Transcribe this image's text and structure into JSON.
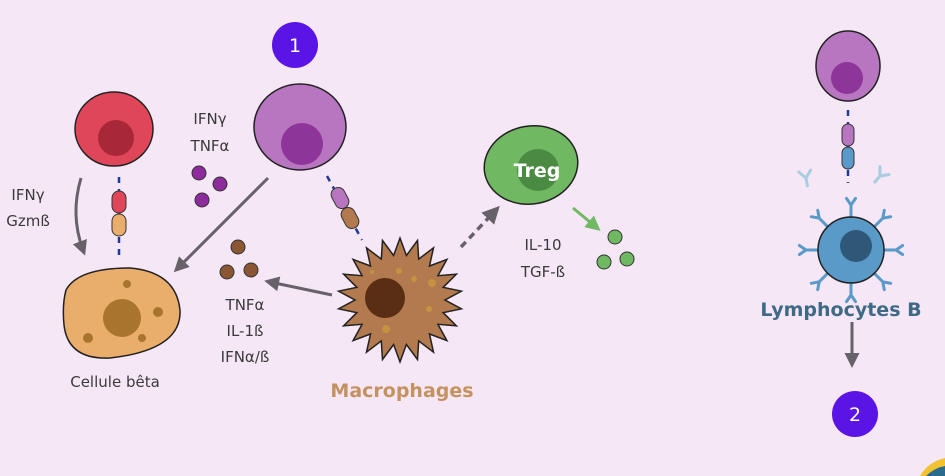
{
  "badges": [
    {
      "number": "1",
      "color": "#5a14e6"
    },
    {
      "number": "2",
      "color": "#5a14e6"
    }
  ],
  "labels": {
    "cytotoxic_left": [
      "IFNγ",
      "Gzmß"
    ],
    "th1_cytokines": [
      "IFNγ",
      "TNFα"
    ],
    "macrophage_cytokines": [
      "TNFα",
      "IL-1ß",
      "IFNα/ß"
    ],
    "treg_cytokines": [
      "IL-10",
      "TGF-ß"
    ],
    "beta_cell": "Cellule bêta",
    "macrophages": "Macrophages",
    "treg": "Treg",
    "b_cells": "Lymphocytes B"
  },
  "colors": {
    "background": "#f6e7f6",
    "cd8_cell": "#e0465a",
    "cd4_cell": "#b876c0",
    "beta_cell": "#eaae6c",
    "macrophage": "#b27a4e",
    "treg": "#70b862",
    "b_cell": "#5a9ac8",
    "macrophage_text": "#c49260",
    "b_cell_text": "#3e6a86",
    "arrow": "#67626a"
  }
}
